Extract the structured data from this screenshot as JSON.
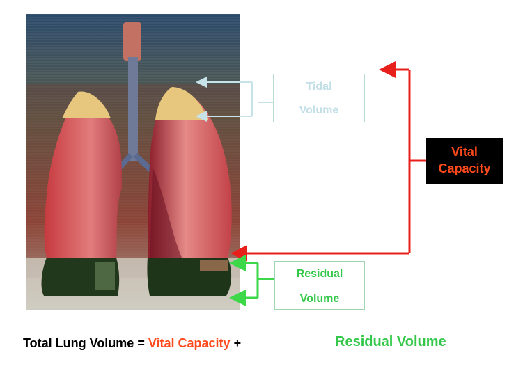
{
  "labels": {
    "tidal_line1": "Tidal",
    "tidal_line2": "Volume",
    "residual_line1": "Residual",
    "residual_line2": "Volume",
    "vital_line1": "Vital",
    "vital_line2": "Capacity"
  },
  "formula": {
    "prefix": "Total Lung Volume = ",
    "vital": "Vital Capacity",
    "plus": " +",
    "residual": "Residual Volume"
  },
  "colors": {
    "vital": "#ff4a1c",
    "residual": "#33c84a",
    "tidal": "#c2dfe8",
    "arrow_red": "#e8201c",
    "arrow_green": "#3cd84a",
    "arrow_tidal": "#c8e2ea"
  }
}
